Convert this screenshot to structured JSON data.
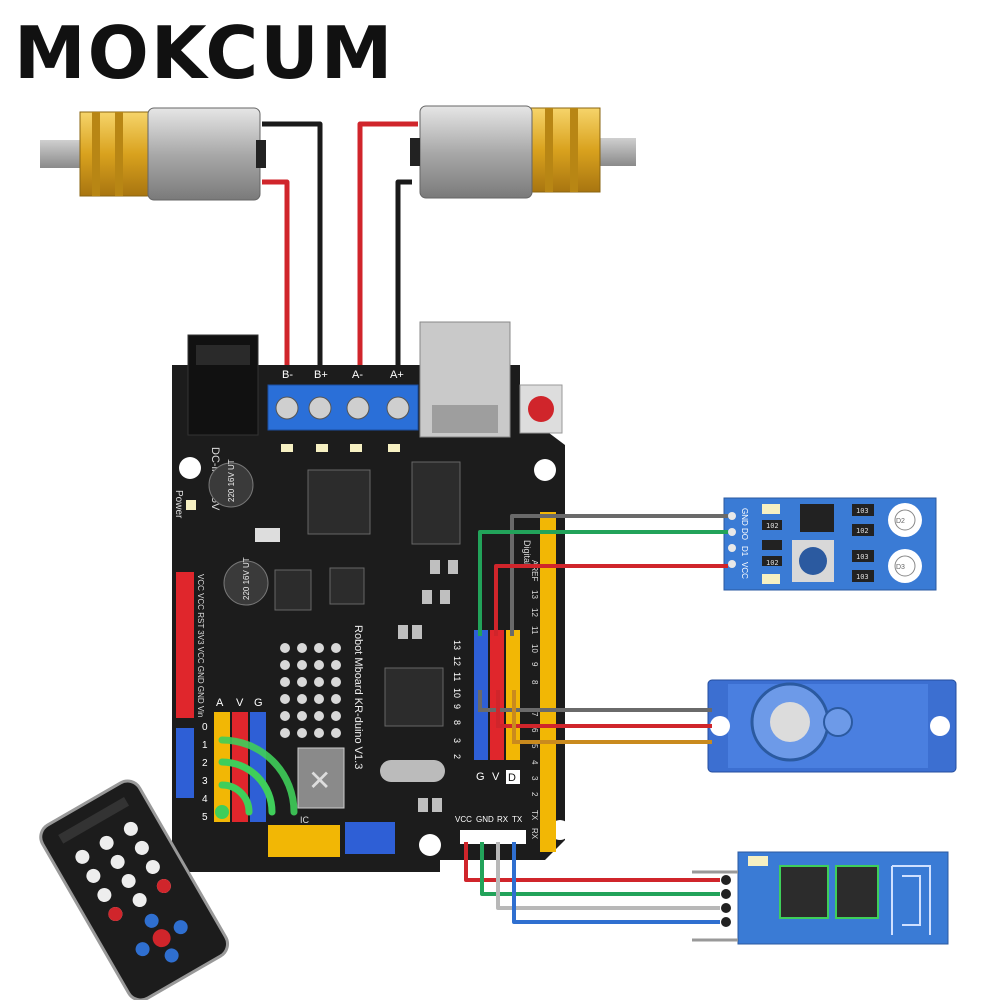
{
  "brand": "MOKCUM",
  "driver_terminals": [
    "B-",
    "B+",
    "A-",
    "A+"
  ],
  "board": {
    "title": "Robot Mboard KR-duino V1.3",
    "power_jack_label": "DC-in 6~15V",
    "power_label": "Power",
    "cap_label_1": "220 16V UT",
    "cap_label_2": "220 16V UT",
    "left_header_labels": "VCC VCC RST 3V3 VCC GND GND Vin",
    "analog_group_labels": [
      "A",
      "V",
      "G"
    ],
    "analog_numbers": [
      "0",
      "1",
      "2",
      "3",
      "4",
      "5"
    ],
    "digital_top_labels": [
      "13",
      "12",
      "11",
      "10",
      "9",
      "8",
      "3",
      "2"
    ],
    "digital_bottom_labels": [
      "G",
      "V",
      "D"
    ],
    "right_header_labels": [
      "AREF",
      "13",
      "12",
      "11",
      "10",
      "9",
      "8",
      "7",
      "6",
      "5",
      "4",
      "3",
      "2",
      "TX",
      "RX"
    ],
    "digital_header_label": "Digital",
    "serial_labels": [
      "VCC",
      "GND",
      "RX",
      "TX"
    ],
    "ic_chip_label": "IC"
  },
  "sensor_module": {
    "pins": [
      "GND",
      "DO",
      "D1",
      "VCC"
    ],
    "resistor_labels": [
      "102",
      "102",
      "103",
      "102",
      "103",
      "103"
    ],
    "led_labels": [
      "D2",
      "D3"
    ]
  },
  "colors": {
    "board": "#1c1c1c",
    "wire_red": "#d0252b",
    "wire_black": "#1a1a1a",
    "wire_green": "#22a35a",
    "wire_gray": "#6a6a6a",
    "wire_blue": "#2f6fd0",
    "wire_white": "#b8b8b8",
    "wire_orange": "#c98a1e",
    "module_blue": "#3a7bd5",
    "servo_blue": "#3c6fd1",
    "terminal_blue": "#2a6fd8",
    "header_yellow": "#f2b705",
    "header_red": "#e0262c",
    "header_blue": "#2e5fd6"
  },
  "icons": [
    "dc-motor-left",
    "dc-motor-right",
    "ir-remote",
    "servo-motor",
    "line-sensor-module",
    "bluetooth-module",
    "wireless-signal-icon"
  ]
}
